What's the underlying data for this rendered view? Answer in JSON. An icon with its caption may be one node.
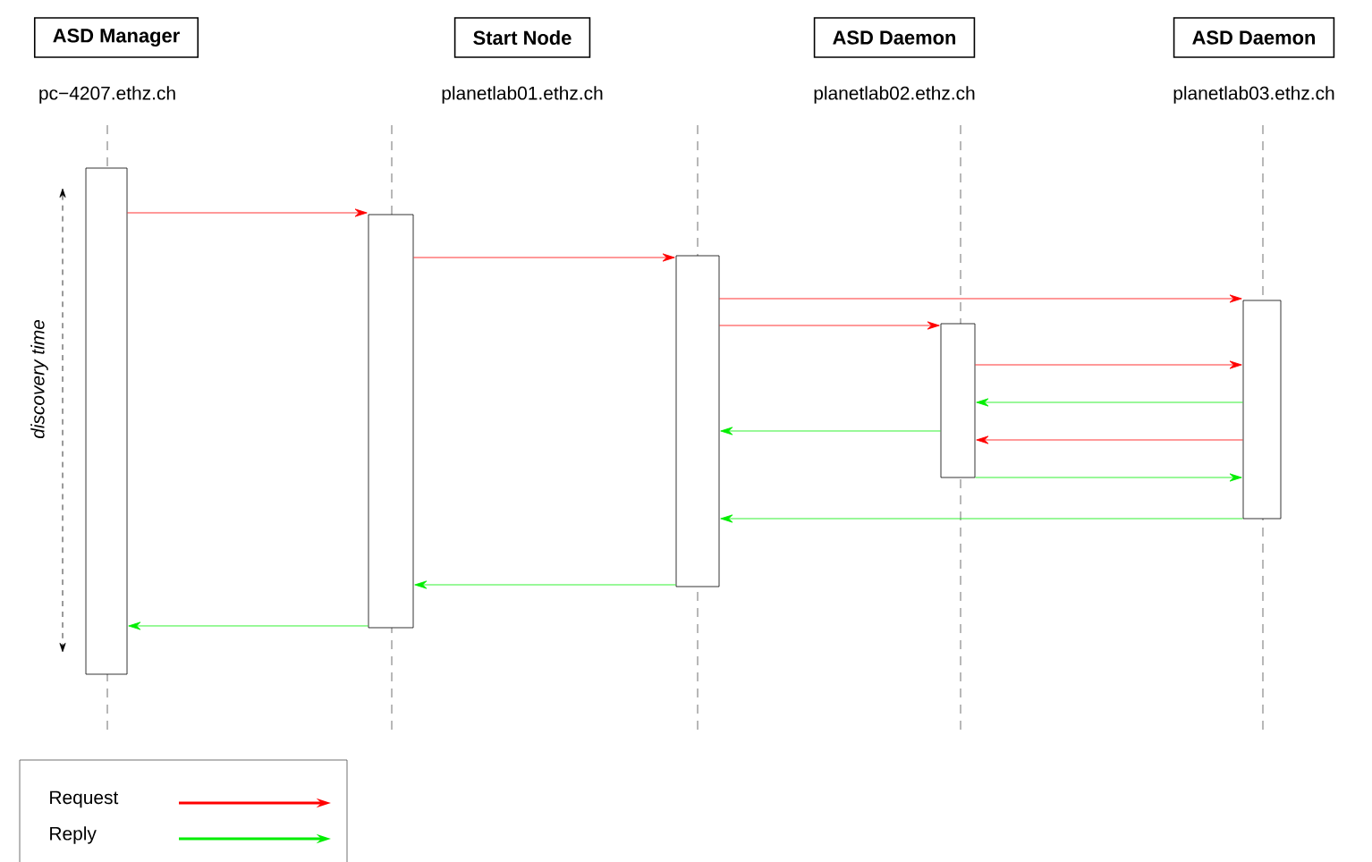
{
  "diagram": {
    "nodes": [
      {
        "text": [
          "ASD Manager"
        ],
        "beside": [
          "pc−4207.ethz.ch"
        ]
      },
      {
        "text": [
          "Start Node"
        ],
        "beside": [
          "planetlab01.ethz.ch"
        ]
      },
      {
        "text": [
          "ASD Daemon"
        ],
        "beside": [
          "planetlab02.ethz.ch"
        ]
      },
      {
        "text": [
          "ASD Daemon"
        ],
        "beside": [
          "planetlab03.ethz.ch"
        ]
      },
      {
        "text": [],
        "shape": "bar"
      },
      {
        "text": [],
        "shape": "bar"
      },
      {
        "text": [],
        "shape": "bar"
      },
      {
        "text": [],
        "shape": "bar"
      },
      {
        "text": [],
        "shape": "bar"
      }
    ],
    "edges": [
      {
        "from": 4,
        "to": 5,
        "arrow": "to",
        "color": "#ff0000"
      },
      {
        "from": 5,
        "to": 6,
        "arrow": "to",
        "color": "#ff0000"
      },
      {
        "from": 6,
        "to": 8,
        "arrow": "to",
        "color": "#ff0000"
      },
      {
        "from": 6,
        "to": 7,
        "arrow": "to",
        "color": "#ff0000"
      },
      {
        "from": 7,
        "to": 8,
        "arrow": "to",
        "color": "#ff0000"
      },
      {
        "from": 8,
        "to": 7,
        "arrow": "to",
        "color": "#00ee00"
      },
      {
        "from": 7,
        "to": 6,
        "arrow": "to",
        "color": "#00ee00"
      },
      {
        "from": 8,
        "to": 7,
        "arrow": "to",
        "color": "#ff0000"
      },
      {
        "from": 7,
        "to": 8,
        "arrow": "to",
        "color": "#00ee00"
      },
      {
        "from": 8,
        "to": 6,
        "arrow": "to",
        "color": "#00ee00"
      },
      {
        "from": 6,
        "to": 5,
        "arrow": "to",
        "color": "#00ee00"
      },
      {
        "from": 5,
        "to": 4,
        "arrow": "to",
        "color": "#00ee00"
      }
    ],
    "labels": [
      "discovery time"
    ],
    "legend": [
      {
        "text": "Request",
        "color": "#ff0000"
      },
      {
        "text": "Reply",
        "color": "#00ee00"
      }
    ]
  }
}
